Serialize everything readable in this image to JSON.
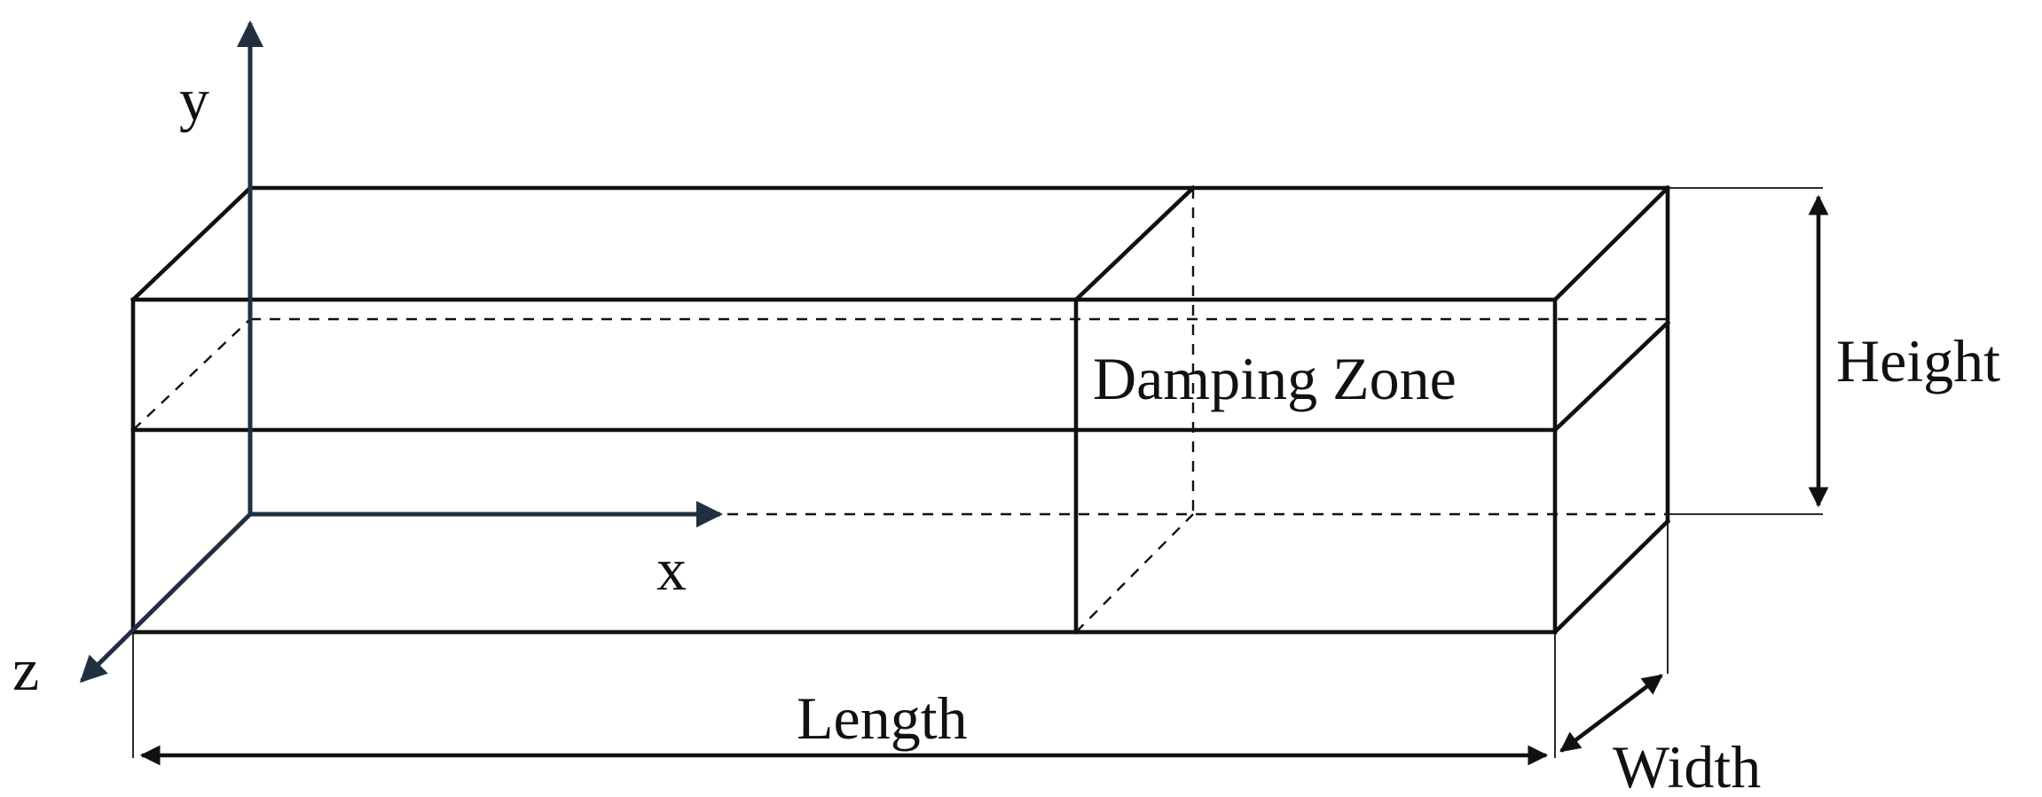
{
  "axes": {
    "x_label": "x",
    "y_label": "y",
    "z_label": "z"
  },
  "labels": {
    "damping_zone": "Damping Zone",
    "length": "Length",
    "height": "Height",
    "width": "Width"
  },
  "colors": {
    "axis": "#203040",
    "box_lines": "#111111",
    "background": "#ffffff"
  }
}
